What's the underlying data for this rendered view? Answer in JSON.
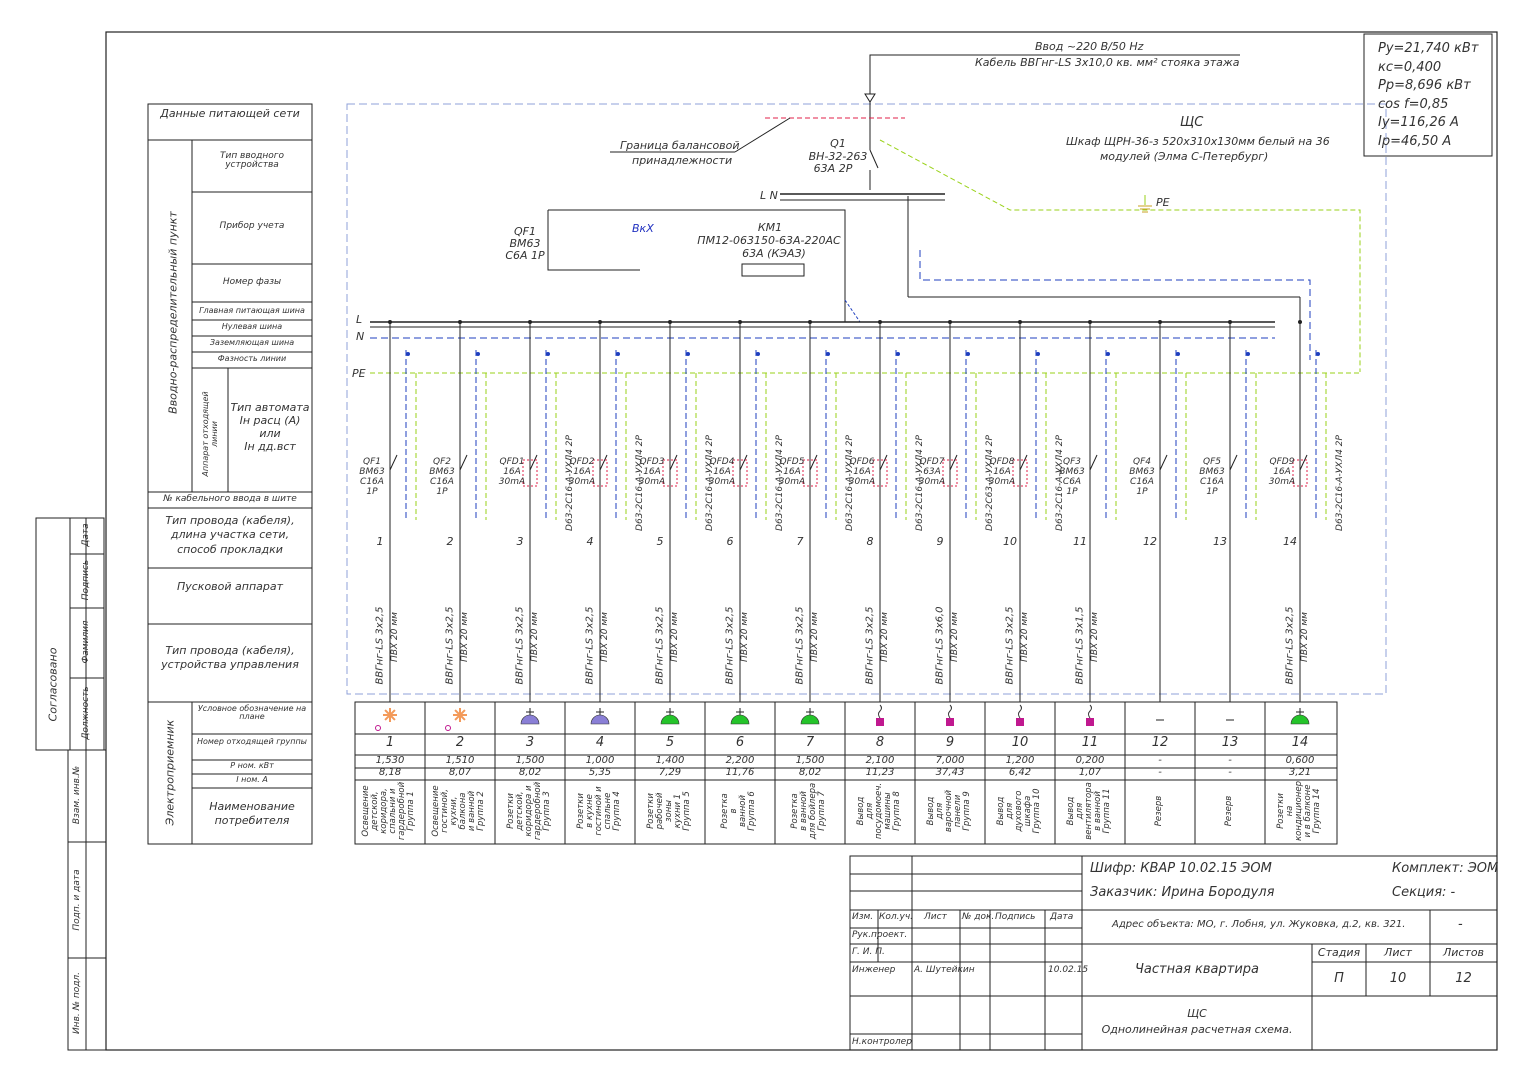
{
  "feed": {
    "line1": "Ввод ~220 В/50 Hz",
    "line2": "Кабель ВВГнг-LS 3х10,0 кв. мм² стояка этажа"
  },
  "params": [
    "Ру=21,740 кВт",
    "кс=0,400",
    "Рр=8,696 кВт",
    "cos f=0,85",
    "Iу=116,26 А",
    "Iр=46,50 А"
  ],
  "panel": {
    "name": "ЩС",
    "desc1": "Шкаф ЩРН-36-з 520х310х130мм белый на 36",
    "desc2": "модулей (Элма С-Петербург)",
    "pe": "PE",
    "boundary1": "Граница балансовой",
    "boundary2": "принадлежности",
    "q1": [
      "Q1",
      "ВН-32-263",
      "63А 2Р"
    ],
    "qf1": [
      "QF1",
      "ВМ63",
      "С6А 1Р"
    ],
    "bkh": "ВкХ",
    "km1": [
      "КМ1",
      "ПМ12-063150-63А-220АС",
      "63А (КЭАЗ)"
    ],
    "bus_labels": [
      "L N",
      "L",
      "N",
      "PE"
    ]
  },
  "left_table": {
    "header": "Данные питающей сети",
    "vertical_title": "Вводно-распределительный пункт",
    "rows": [
      "Тип вводного устройства",
      "Прибор учета",
      "Номер фазы",
      "Главная питающая шина",
      "Нулевая шина",
      "Заземляющая шина",
      "Фазность линии"
    ],
    "apparatus_title": "Аппарат отходящей линии",
    "apparatus_text": [
      "Тип автомата",
      "Iн расц (А)",
      "или",
      "Iн дд.вст"
    ],
    "cable_no": "№ кабельного ввода в шите",
    "wire_type": "Тип провода (кабеля), длина участка сети, способ прокладки",
    "starter": "Пусковой аппарат",
    "ctrl_wire": "Тип провода (кабеля), устройства управления",
    "consumer_title": "Электроприемник",
    "consumer_rows": [
      "Условное обозначение на плане",
      "Номер отходящей группы",
      "Р ном. кВт",
      "I ном. А"
    ],
    "consumer_name": "Наименование потребителя"
  },
  "groups": [
    {
      "breaker": [
        "QF1",
        "ВМ63",
        "С16А",
        "1Р"
      ],
      "num": "1",
      "cable": [
        "ВВГнг-LS 3х2,5",
        "ПВХ 20 мм"
      ],
      "p": "1,530",
      "i": "8,18",
      "name": [
        "Освещение",
        "детской,",
        "коридора,",
        "спальни и",
        "гардеробной",
        "Группа 1"
      ]
    },
    {
      "breaker": [
        "QF2",
        "ВМ63",
        "С16А",
        "1Р"
      ],
      "num": "2",
      "cable": [
        "ВВГнг-LS 3х2,5",
        "ПВХ 20 мм"
      ],
      "p": "1,510",
      "i": "8,07",
      "name": [
        "Освещение",
        "гостиной,",
        "кухни,",
        "балкона",
        "и ванной",
        "Группа 2"
      ]
    },
    {
      "breaker": [
        "QFD1",
        "16А",
        "30mA"
      ],
      "diff": "D63-2С16-A-УХЛ4 2Р",
      "num": "3",
      "cable": [
        "ВВГнг-LS 3х2,5",
        "ПВХ 20 мм"
      ],
      "p": "1,500",
      "i": "8,02",
      "name": [
        "Розетки",
        "детской,",
        "коридора и",
        "гардеробной",
        "Группа 3"
      ]
    },
    {
      "breaker": [
        "QFD2",
        "16А",
        "30mA"
      ],
      "diff": "D63-2С16-A-УХЛ4 2Р",
      "num": "4",
      "cable": [
        "ВВГнг-LS 3х2,5",
        "ПВХ 20 мм"
      ],
      "p": "1,000",
      "i": "5,35",
      "name": [
        "Розетки",
        "в кухне",
        "гостиной и",
        "спальне",
        "Группа 4"
      ]
    },
    {
      "breaker": [
        "QFD3",
        "16А",
        "30mA"
      ],
      "diff": "D63-2С16-A-УХЛ4 2Р",
      "num": "5",
      "cable": [
        "ВВГнг-LS 3х2,5",
        "ПВХ 20 мм"
      ],
      "p": "1,400",
      "i": "7,29",
      "name": [
        "Розетки",
        "рабочей",
        "зоны",
        "кухни 1",
        "Группа 5"
      ]
    },
    {
      "breaker": [
        "QFD4",
        "16А",
        "30mA"
      ],
      "diff": "D63-2С16-A-УХЛ4 2Р",
      "num": "6",
      "cable": [
        "ВВГнг-LS 3х2,5",
        "ПВХ 20 мм"
      ],
      "p": "2,200",
      "i": "11,76",
      "name": [
        "Розетка",
        "в",
        "ванной",
        "Группа 6"
      ]
    },
    {
      "breaker": [
        "QFD5",
        "16А",
        "30mA"
      ],
      "diff": "D63-2С16-A-УХЛ4 2Р",
      "num": "7",
      "cable": [
        "ВВГнг-LS 3х2,5",
        "ПВХ 20 мм"
      ],
      "p": "1,500",
      "i": "8,02",
      "name": [
        "Розетка",
        "в ванной",
        "для бойлера",
        "Группа 7"
      ]
    },
    {
      "breaker": [
        "QFD6",
        "16А",
        "30mA"
      ],
      "diff": "D63-2С16-A-УХЛ4 2Р",
      "num": "8",
      "cable": [
        "ВВГнг-LS 3х2,5",
        "ПВХ 20 мм"
      ],
      "p": "2,100",
      "i": "11,23",
      "name": [
        "Вывод",
        "для",
        "посудомоеч.",
        "машины",
        "Группа 8"
      ]
    },
    {
      "breaker": [
        "QFD7",
        "63А",
        "30mA"
      ],
      "diff": "D63-2С63-A-УХЛ4 2Р",
      "num": "9",
      "cable": [
        "ВВГнг-LS 3х6,0",
        "ПВХ 20 мм"
      ],
      "p": "7,000",
      "i": "37,43",
      "name": [
        "Вывод",
        "для",
        "варочной",
        "панели",
        "Группа 9"
      ]
    },
    {
      "breaker": [
        "QFD8",
        "16А",
        "30mA"
      ],
      "diff": "D63-2С16-A-УХЛ4 2Р",
      "num": "10",
      "cable": [
        "ВВГнг-LS 3х2,5",
        "ПВХ 20 мм"
      ],
      "p": "1,200",
      "i": "6,42",
      "name": [
        "Вывод",
        "для",
        "духового",
        "шкафа",
        "Группа 10"
      ]
    },
    {
      "breaker": [
        "QF3",
        "ВМ63",
        "С6А",
        "1Р"
      ],
      "num": "11",
      "cable": [
        "ВВГнг-LS 3х1,5",
        "ПВХ 20 мм"
      ],
      "p": "0,200",
      "i": "1,07",
      "name": [
        "Вывод",
        "для",
        "вентилятора",
        "в ванной",
        "Группа 11"
      ]
    },
    {
      "breaker": [
        "QF4",
        "ВМ63",
        "С16А",
        "1Р"
      ],
      "num": "12",
      "cable": [
        "",
        ""
      ],
      "p": "-",
      "i": "-",
      "name": [
        "Резерв"
      ]
    },
    {
      "breaker": [
        "QF5",
        "ВМ63",
        "С16А",
        "1Р"
      ],
      "num": "13",
      "cable": [
        "",
        ""
      ],
      "p": "-",
      "i": "-",
      "name": [
        "Резерв"
      ]
    },
    {
      "breaker": [
        "QFD9",
        "16А",
        "30mA"
      ],
      "diff": "D63-2С16-A-УХЛ4 2Р",
      "num": "14",
      "cable": [
        "ВВГнг-LS 3х2,5",
        "ПВХ 20 мм"
      ],
      "p": "0,600",
      "i": "3,21",
      "name": [
        "Розетки",
        "на",
        "кондиционер",
        "и в балконе",
        "Группа 14"
      ]
    }
  ],
  "symbols": [
    "lamp",
    "lamp",
    "socket-violet",
    "socket-violet",
    "socket-green",
    "socket-green",
    "socket-green",
    "outlet-magenta",
    "outlet-magenta",
    "outlet-magenta",
    "outlet-magenta",
    "dash",
    "dash",
    "socket-green"
  ],
  "colors": {
    "violet": "#8a7fd6",
    "green": "#25c42a",
    "magenta": "#c0188f",
    "lamp": "#f39a5a",
    "blue_dash": "#1f3fbf",
    "green_dash": "#9ad21a",
    "red_dash": "#e0204a",
    "border_dash": "#8fa0d8"
  },
  "side_stamp": {
    "agreed": "Согласовано",
    "cols": [
      "Дата",
      "Подпись",
      "Фамилия",
      "Должность"
    ],
    "vertical": [
      "Взам. инв.№",
      "Подп. и дата",
      "Инв. № подл."
    ]
  },
  "title_block": {
    "code": "Шифр: КВАР 10.02.15 ЭОМ",
    "complect": "Комплект: ЭОМ",
    "customer": "Заказчик: Ирина Бородуля",
    "section": "Секция: -",
    "address": "Адрес объекта: МО, г. Лобня, ул. Жуковка, д.2, кв. 321.",
    "address_right": "-",
    "cols": [
      "Изм.",
      "Кол.уч.",
      "Лист",
      "№ док.",
      "Подпись",
      "Дата"
    ],
    "roles": [
      "Рук.проект.",
      "Г. И. П.",
      "Инженер",
      "Н.контролер"
    ],
    "engineer": "А. Шутейкин",
    "date": "10.02.15",
    "object": "Частная квартира",
    "stage_head": [
      "Стадия",
      "Лист",
      "Листов"
    ],
    "stage_vals": [
      "П",
      "10",
      "12"
    ],
    "sheet_title": [
      "ЩС",
      "Однолинейная расчетная схема."
    ]
  }
}
